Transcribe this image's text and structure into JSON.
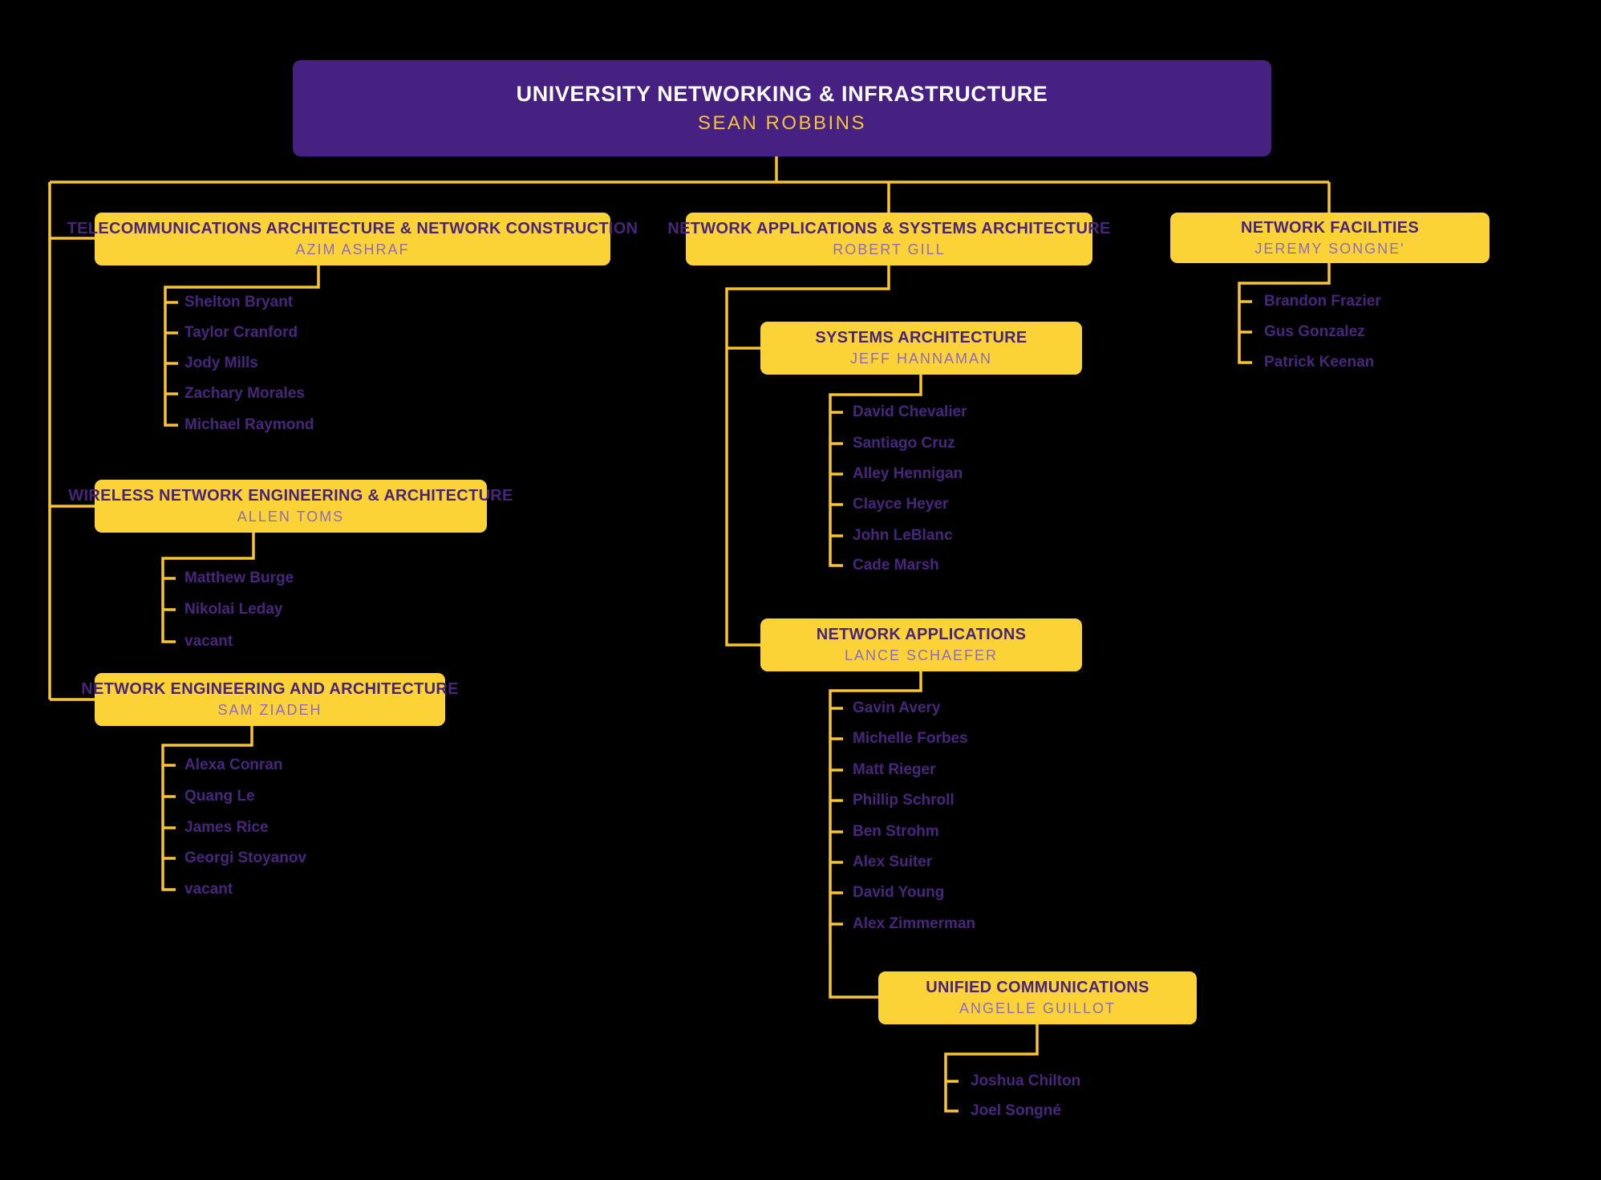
{
  "org": {
    "root": {
      "title": "UNIVERSITY NETWORKING & INFRASTRUCTURE",
      "manager": "SEAN ROBBINS"
    },
    "departments": [
      {
        "id": "telecom",
        "title": "TELECOMMUNICATIONS ARCHITECTURE & NETWORK CONSTRUCTION",
        "manager": "AZIM ASHRAF",
        "members": [
          "Shelton Bryant",
          "Taylor Cranford",
          "Jody Mills",
          "Zachary Morales",
          "Michael Raymond"
        ]
      },
      {
        "id": "wireless",
        "title": "WIRELESS NETWORK ENGINEERING & ARCHITECTURE",
        "manager": "ALLEN TOMS",
        "members": [
          "Matthew Burge",
          "Nikolai Leday",
          "vacant"
        ]
      },
      {
        "id": "neteng",
        "title": "NETWORK ENGINEERING AND ARCHITECTURE",
        "manager": "SAM ZIADEH",
        "members": [
          "Alexa Conran",
          "Quang Le",
          "James Rice",
          "Georgi Stoyanov",
          "vacant"
        ]
      },
      {
        "id": "netapps-sysarch",
        "title": "NETWORK APPLICATIONS & SYSTEMS ARCHITECTURE",
        "manager": "ROBERT GILL",
        "members": []
      },
      {
        "id": "sysarch",
        "title": "SYSTEMS ARCHITECTURE",
        "manager": "JEFF HANNAMAN",
        "members": [
          "David Chevalier",
          "Santiago Cruz",
          "Alley Hennigan",
          "Clayce Heyer",
          "John LeBlanc",
          "Cade Marsh"
        ]
      },
      {
        "id": "netapps",
        "title": "NETWORK APPLICATIONS",
        "manager": "LANCE SCHAEFER",
        "members": [
          "Gavin Avery",
          "Michelle Forbes",
          "Matt Rieger",
          "Phillip Schroll",
          "Ben Strohm",
          "Alex Suiter",
          "David Young",
          "Alex Zimmerman"
        ]
      },
      {
        "id": "unified-comms",
        "title": "UNIFIED COMMUNICATIONS",
        "manager": "ANGELLE GUILLOT",
        "members": [
          "Joshua Chilton",
          "Joel Songné"
        ]
      },
      {
        "id": "facilities",
        "title": "NETWORK FACILITIES",
        "manager": "JEREMY SONGNE'",
        "members": [
          "Brandon Frazier",
          "Gus Gonzalez",
          "Patrick Keenan"
        ]
      }
    ],
    "colors": {
      "background": "#000000",
      "root_box": "#462181",
      "dept_box": "#fcd336",
      "connector": "#f9c52f",
      "title_text": "#482578",
      "manager_text": "#8d6db5",
      "member_text": "#48267c",
      "root_title_text": "#ffffff",
      "root_manager_text": "#f2c33c"
    }
  }
}
